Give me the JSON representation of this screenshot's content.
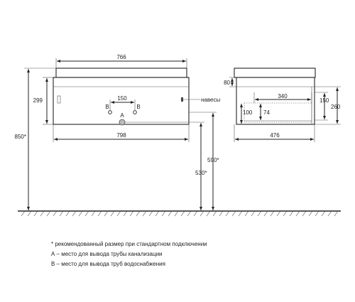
{
  "front_view": {
    "dim_top_width": "766",
    "dim_height_body": "299",
    "dim_height_total": "850*",
    "dim_bottom_width": "798",
    "dim_b_spacing": "150",
    "label_b_left": "B",
    "label_b_right": "B",
    "label_a": "A",
    "label_hinges": "навесы",
    "dim_590": "590*",
    "dim_530": "530*"
  },
  "side_view": {
    "dim_80": "80",
    "dim_340": "340",
    "dim_150": "150",
    "dim_260": "260",
    "dim_100": "100",
    "dim_74": "74",
    "dim_476": "476"
  },
  "notes": {
    "line1": "* рекомендованный размер при стандартном подключении",
    "line2": "А – место для вывода трубы канализации",
    "line3": "В – место для вывода труб водоснабжения"
  }
}
